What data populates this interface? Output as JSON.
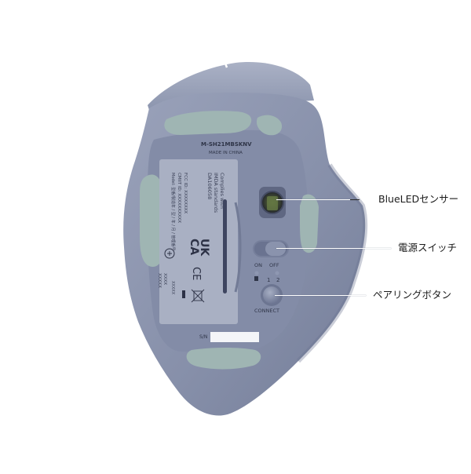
{
  "colors": {
    "body": "#8a93ad",
    "body_dark": "#6f7893",
    "body_light": "#a2aac0",
    "feet": "#9fb5b3",
    "label_panel": "#a9b0c3",
    "label_text": "#3b4157",
    "callout_text": "#1c1c1c"
  },
  "bottom_plate": {
    "model": "M-SH21MBSKNV",
    "origin": "MADE IN CHINA"
  },
  "regulatory_label": {
    "complies_line1": "Complies with",
    "complies_line2": "IMDA standards",
    "complies_line3": "DA106058",
    "fcc_id": "FCC ID: XXXXXXXX",
    "cmiit_id": "CMIIT ID: XXXXXXXXXX",
    "model_line": "Model: 型番/製造年 / 型 / 年 / 月 / 管理番号",
    "serial_line": "XXXXX",
    "ukca_top": "UK",
    "ukca_bottom": "CA",
    "ce_mark": "CE",
    "code_line1": "XXXX",
    "code_line2": "XXXXX"
  },
  "switch": {
    "on_label": "ON",
    "off_label": "OFF"
  },
  "pairing": {
    "channel_1": "1",
    "channel_2": "2",
    "connect_label": "CONNECT"
  },
  "serial": {
    "label": "S/N"
  },
  "callouts": [
    {
      "id": "sensor",
      "text": "BlueLEDセンサー"
    },
    {
      "id": "power",
      "text": "電源スイッチ"
    },
    {
      "id": "pairing",
      "text": "ペアリングボタン"
    }
  ]
}
